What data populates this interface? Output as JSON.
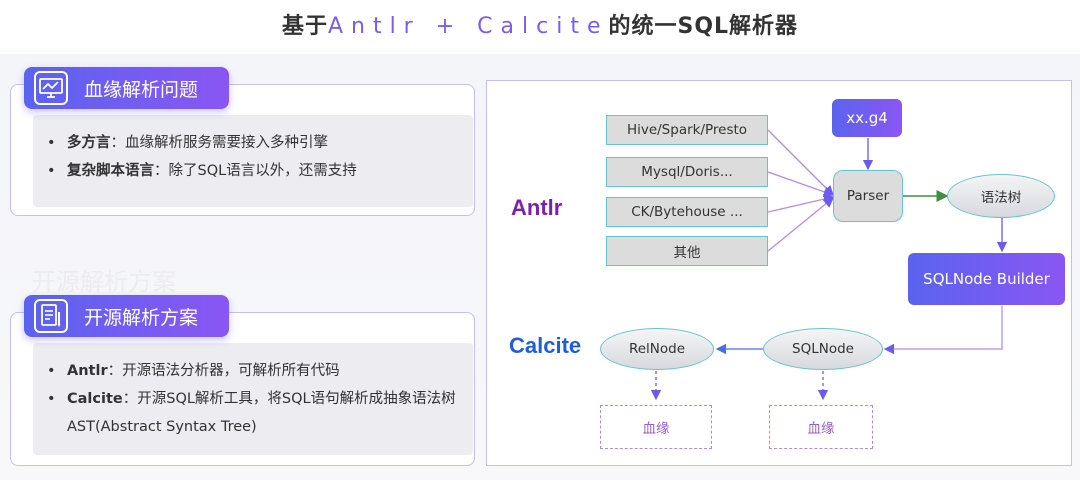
{
  "title": {
    "prefix": "基于",
    "accent": "Antlr + Calcite",
    "suffix": "的统一SQL解析器"
  },
  "section1": {
    "heading": "血缘解析问题",
    "icon": "monitor-chart-icon",
    "items": [
      {
        "term": "多方言",
        "sep": "：",
        "text": "血缘解析服务需要接入多种引擎"
      },
      {
        "term": "复杂脚本语言",
        "sep": "：",
        "text": "除了SQL语言以外，还需支持"
      }
    ]
  },
  "ghost_text": "开源解析方案",
  "section2": {
    "heading": "开源解析方案",
    "icon": "document-pen-icon",
    "items": [
      {
        "term": "Antlr",
        "sep": "：",
        "text": "开源语法分析器，可解析所有代码"
      },
      {
        "term": "Calcite",
        "sep": "：",
        "text": "开源SQL解析工具，将SQL语句解析成抽象语法树AST(Abstract Syntax Tree)"
      }
    ]
  },
  "diagram": {
    "antlr_label": "Antlr",
    "calcite_label": "Calcite",
    "sources": [
      "Hive/Spark/Presto",
      "Mysql/Doris...",
      "CK/Bytehouse ...",
      "其他"
    ],
    "grammar": "xx.g4",
    "parser": "Parser",
    "syntax_tree": "语法树",
    "builder": "SQLNode Builder",
    "sqlnode": "SQLNode",
    "relnode": "RelNode",
    "lineage1": "血缘",
    "lineage2": "血缘",
    "colors": {
      "antlr": "#7b22a8",
      "calcite": "#1f5fd6",
      "accent": "#6a5af0"
    }
  }
}
